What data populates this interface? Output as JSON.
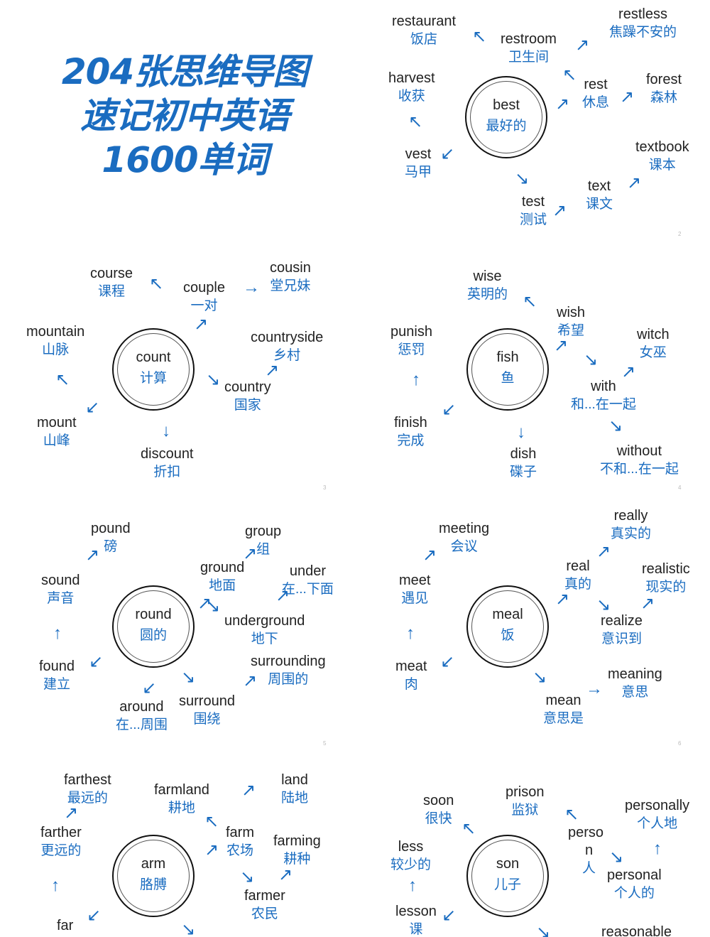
{
  "title": {
    "line1": "204张思维导图",
    "line2": "速记初中英语",
    "line3": "1600单词"
  },
  "panels": {
    "best": {
      "center": {
        "en": "best",
        "cn": "最好的"
      },
      "words": [
        {
          "en": "restaurant",
          "cn": "饭店"
        },
        {
          "en": "restroom",
          "cn": "卫生间"
        },
        {
          "en": "restless",
          "cn": "焦躁不安的"
        },
        {
          "en": "harvest",
          "cn": "收获"
        },
        {
          "en": "rest",
          "cn": "休息"
        },
        {
          "en": "forest",
          "cn": "森林"
        },
        {
          "en": "vest",
          "cn": "马甲"
        },
        {
          "en": "textbook",
          "cn": "课本"
        },
        {
          "en": "text",
          "cn": "课文"
        },
        {
          "en": "test",
          "cn": "测试"
        }
      ],
      "page": "2"
    },
    "count": {
      "center": {
        "en": "count",
        "cn": "计算"
      },
      "words": [
        {
          "en": "course",
          "cn": "课程"
        },
        {
          "en": "couple",
          "cn": "一对"
        },
        {
          "en": "cousin",
          "cn": "堂兄妹"
        },
        {
          "en": "mountain",
          "cn": "山脉"
        },
        {
          "en": "countryside",
          "cn": "乡村"
        },
        {
          "en": "country",
          "cn": "国家"
        },
        {
          "en": "mount",
          "cn": "山峰"
        },
        {
          "en": "discount",
          "cn": "折扣"
        }
      ],
      "page": "3"
    },
    "fish": {
      "center": {
        "en": "fish",
        "cn": "鱼"
      },
      "words": [
        {
          "en": "wise",
          "cn": "英明的"
        },
        {
          "en": "wish",
          "cn": "希望"
        },
        {
          "en": "punish",
          "cn": "惩罚"
        },
        {
          "en": "witch",
          "cn": "女巫"
        },
        {
          "en": "with",
          "cn": "和...在一起"
        },
        {
          "en": "finish",
          "cn": "完成"
        },
        {
          "en": "dish",
          "cn": "碟子"
        },
        {
          "en": "without",
          "cn": "不和...在一起"
        }
      ],
      "page": "4"
    },
    "round": {
      "center": {
        "en": "round",
        "cn": "圆的"
      },
      "words": [
        {
          "en": "pound",
          "cn": "磅"
        },
        {
          "en": "group",
          "cn": "组"
        },
        {
          "en": "sound",
          "cn": "声音"
        },
        {
          "en": "ground",
          "cn": "地面"
        },
        {
          "en": "under",
          "cn": "在...下面"
        },
        {
          "en": "underground",
          "cn": "地下"
        },
        {
          "en": "found",
          "cn": "建立"
        },
        {
          "en": "surrounding",
          "cn": "周围的"
        },
        {
          "en": "around",
          "cn": "在...周围"
        },
        {
          "en": "surround",
          "cn": "围绕"
        }
      ],
      "page": "5"
    },
    "meal": {
      "center": {
        "en": "meal",
        "cn": "饭"
      },
      "words": [
        {
          "en": "meeting",
          "cn": "会议"
        },
        {
          "en": "really",
          "cn": "真实的"
        },
        {
          "en": "meet",
          "cn": "遇见"
        },
        {
          "en": "real",
          "cn": "真的"
        },
        {
          "en": "realistic",
          "cn": "现实的"
        },
        {
          "en": "realize",
          "cn": "意识到"
        },
        {
          "en": "meat",
          "cn": "肉"
        },
        {
          "en": "meaning",
          "cn": "意思"
        },
        {
          "en": "mean",
          "cn": "意思是"
        }
      ],
      "page": "6"
    },
    "arm": {
      "center": {
        "en": "arm",
        "cn": "胳膊"
      },
      "words": [
        {
          "en": "farthest",
          "cn": "最远的"
        },
        {
          "en": "farmland",
          "cn": "耕地"
        },
        {
          "en": "land",
          "cn": "陆地"
        },
        {
          "en": "farther",
          "cn": "更远的"
        },
        {
          "en": "farm",
          "cn": "农场"
        },
        {
          "en": "farming",
          "cn": "耕种"
        },
        {
          "en": "farmer",
          "cn": "农民"
        },
        {
          "en": "far",
          "cn": ""
        }
      ]
    },
    "son": {
      "center": {
        "en": "son",
        "cn": "儿子"
      },
      "words": [
        {
          "en": "soon",
          "cn": "很快"
        },
        {
          "en": "prison",
          "cn": "监狱"
        },
        {
          "en": "personally",
          "cn": "个人地"
        },
        {
          "en": "perso",
          "cn": ""
        },
        {
          "en": "n",
          "cn": "人"
        },
        {
          "en": "less",
          "cn": "较少的"
        },
        {
          "en": "personal",
          "cn": "个人的"
        },
        {
          "en": "lesson",
          "cn": "课"
        },
        {
          "en": "reasonable",
          "cn": ""
        }
      ]
    }
  }
}
